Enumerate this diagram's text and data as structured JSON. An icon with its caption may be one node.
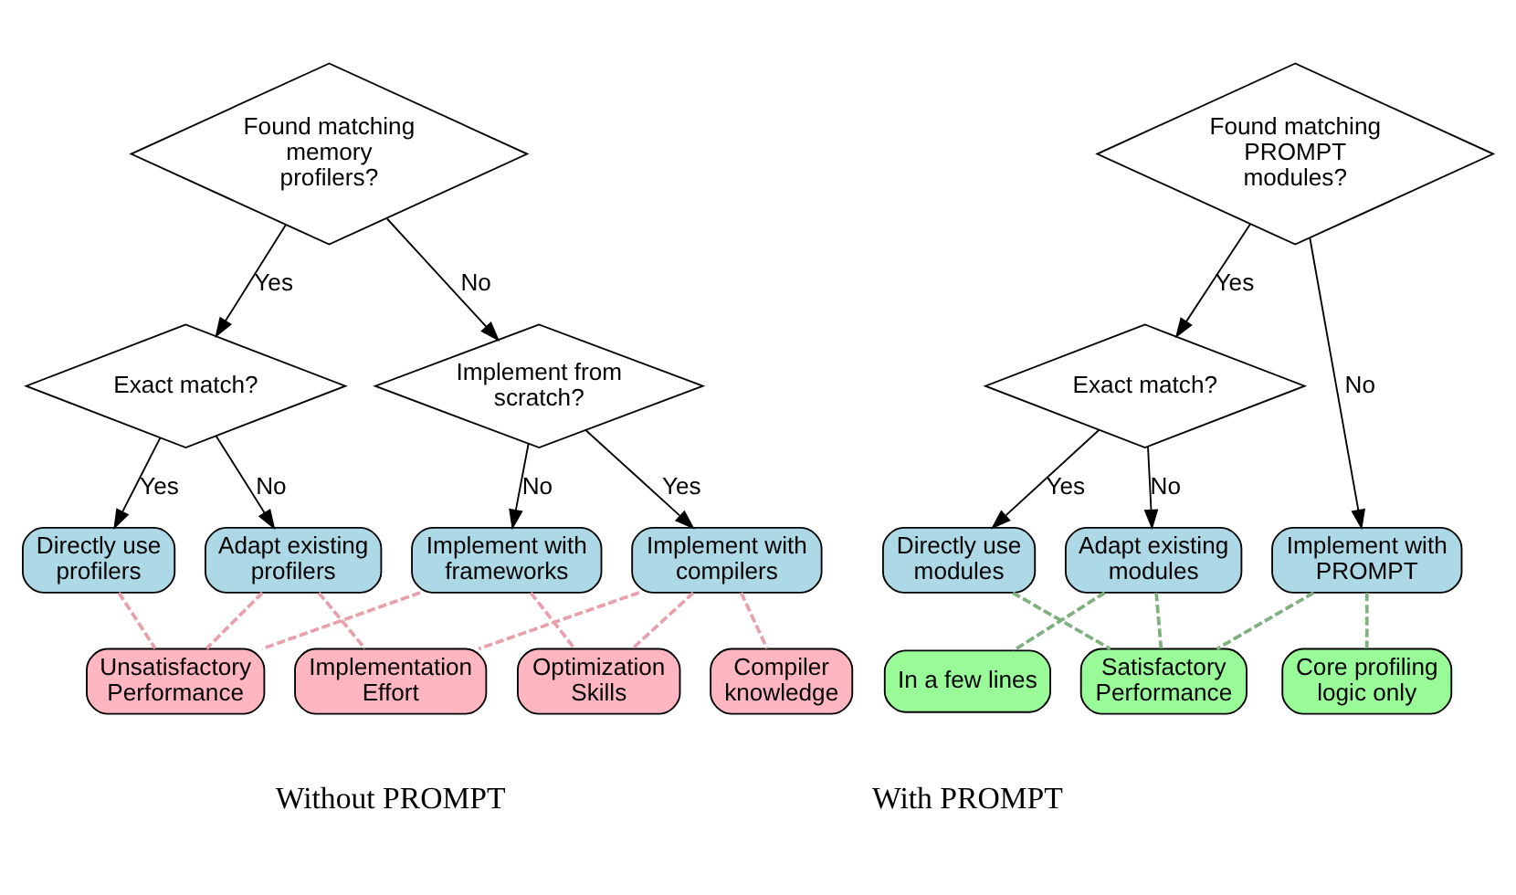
{
  "diagram": {
    "nodes": [
      {
        "text": [
          "Found matching memory profilers?"
        ]
      },
      {
        "text": [
          "Exact match?"
        ]
      },
      {
        "text": [
          "Implement from scratch?"
        ]
      },
      {
        "text": [
          "Directly use profilers"
        ]
      },
      {
        "text": [
          "Adapt existing profilers"
        ]
      },
      {
        "text": [
          "Implement with frameworks"
        ]
      },
      {
        "text": [
          "Implement with compilers"
        ]
      },
      {
        "text": [
          "Unsatisfactory Performance"
        ]
      },
      {
        "text": [
          "Implementation Effort"
        ]
      },
      {
        "text": [
          "Optimization Skills"
        ]
      },
      {
        "text": [
          "Compiler knowledge"
        ]
      },
      {
        "text": [
          "Found matching PROMPT modules?"
        ]
      },
      {
        "text": [
          "Exact match?"
        ]
      },
      {
        "text": [
          "Directly use modules"
        ]
      },
      {
        "text": [
          "Adapt existing modules"
        ]
      },
      {
        "text": [
          "Implement with PROMPT"
        ]
      },
      {
        "text": [
          "Satisfactory Performance"
        ]
      },
      {
        "text": [
          "In a few lines"
        ]
      },
      {
        "text": [
          "Core profiling logic only"
        ]
      }
    ],
    "edges": [
      {
        "from": 0,
        "to": 1,
        "arrow": "to",
        "label": "Yes"
      },
      {
        "from": 0,
        "to": 2,
        "arrow": "to",
        "label": "No"
      },
      {
        "from": 1,
        "to": 3,
        "arrow": "to",
        "label": "Yes"
      },
      {
        "from": 1,
        "to": 4,
        "arrow": "to",
        "label": "No"
      },
      {
        "from": 2,
        "to": 5,
        "arrow": "to",
        "label": "No"
      },
      {
        "from": 2,
        "to": 6,
        "arrow": "to",
        "label": "Yes"
      },
      {
        "from": 3,
        "to": 7,
        "arrow": "none",
        "style": "dashed",
        "color": "#e8a0aa"
      },
      {
        "from": 4,
        "to": 7,
        "arrow": "none",
        "style": "dashed",
        "color": "#e8a0aa"
      },
      {
        "from": 4,
        "to": 8,
        "arrow": "none",
        "style": "dashed",
        "color": "#e8a0aa"
      },
      {
        "from": 5,
        "to": 7,
        "arrow": "none",
        "style": "dashed",
        "color": "#e8a0aa"
      },
      {
        "from": 5,
        "to": 9,
        "arrow": "none",
        "style": "dashed",
        "color": "#e8a0aa"
      },
      {
        "from": 6,
        "to": 8,
        "arrow": "none",
        "style": "dashed",
        "color": "#e8a0aa"
      },
      {
        "from": 6,
        "to": 9,
        "arrow": "none",
        "style": "dashed",
        "color": "#e8a0aa"
      },
      {
        "from": 6,
        "to": 10,
        "arrow": "none",
        "style": "dashed",
        "color": "#e8a0aa"
      },
      {
        "from": 11,
        "to": 12,
        "arrow": "to",
        "label": "Yes"
      },
      {
        "from": 11,
        "to": 15,
        "arrow": "to",
        "label": "No"
      },
      {
        "from": 12,
        "to": 13,
        "arrow": "to",
        "label": "Yes"
      },
      {
        "from": 12,
        "to": 14,
        "arrow": "to",
        "label": "No"
      },
      {
        "from": 13,
        "to": 16,
        "arrow": "none",
        "style": "dashed",
        "color": "#7fb07f"
      },
      {
        "from": 14,
        "to": 16,
        "arrow": "none",
        "style": "dashed",
        "color": "#7fb07f"
      },
      {
        "from": 14,
        "to": 17,
        "arrow": "none",
        "style": "dashed",
        "color": "#7fb07f"
      },
      {
        "from": 15,
        "to": 16,
        "arrow": "none",
        "style": "dashed",
        "color": "#7fb07f"
      },
      {
        "from": 15,
        "to": 18,
        "arrow": "none",
        "style": "dashed",
        "color": "#7fb07f"
      }
    ],
    "labels": [
      "Without PROMPT",
      "With PROMPT"
    ]
  }
}
